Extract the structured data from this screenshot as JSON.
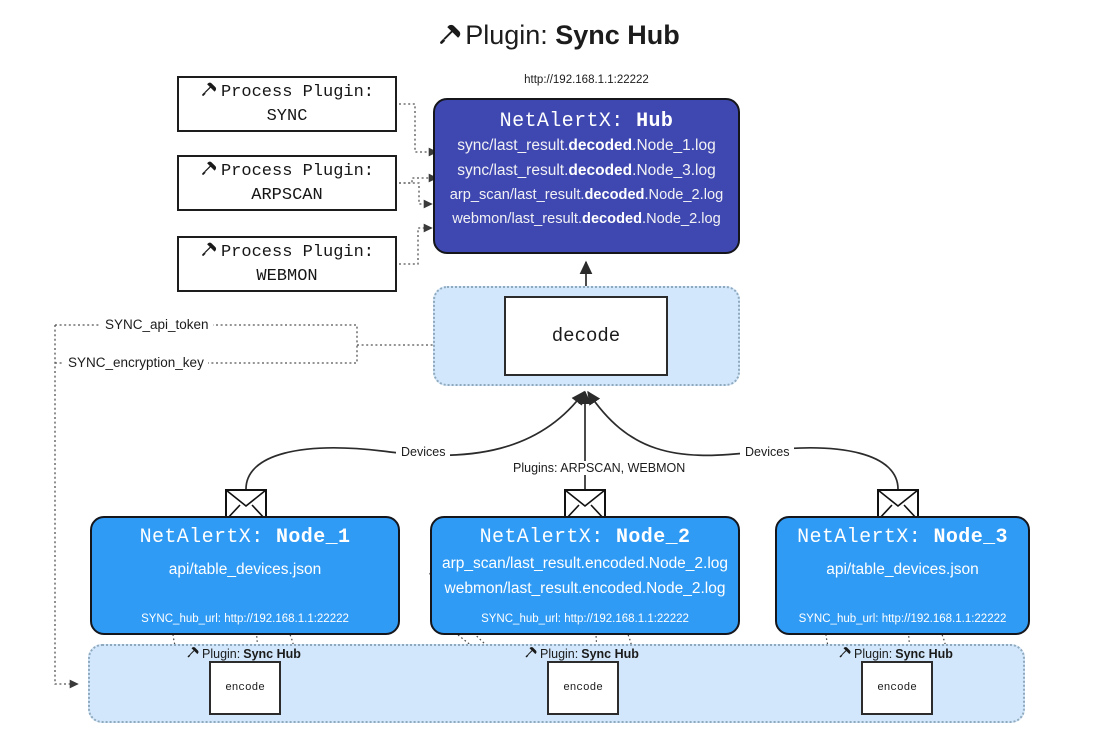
{
  "title": {
    "icon": "plug-icon",
    "prefix": "Plugin: ",
    "name": "Sync Hub"
  },
  "hub": {
    "url": "http://192.168.1.1:22222",
    "label_prefix": "NetAlertX: ",
    "label_name": "Hub",
    "lines": [
      {
        "pre": "sync/last_result.",
        "bold": "decoded",
        "post": ".Node_1.log"
      },
      {
        "pre": "sync/last_result.",
        "bold": "decoded",
        "post": ".Node_3.log"
      },
      {
        "pre": "arp_scan/last_result.",
        "bold": "decoded",
        "post": ".Node_2.log"
      },
      {
        "pre": "webmon/last_result.",
        "bold": "decoded",
        "post": ".Node_2.log"
      }
    ]
  },
  "process_plugins": [
    {
      "icon": "plug-icon",
      "line1": "Process Plugin:",
      "line2": "SYNC"
    },
    {
      "icon": "plug-icon",
      "line1": "Process Plugin:",
      "line2": "ARPSCAN"
    },
    {
      "icon": "plug-icon",
      "line1": "Process Plugin:",
      "line2": "WEBMON"
    }
  ],
  "decode": {
    "label": "decode"
  },
  "tokens": {
    "api": "SYNC_api_token",
    "key": "SYNC_encryption_key"
  },
  "edge_labels": {
    "devices_left": "Devices",
    "plugins_center": "Plugins: ARPSCAN, WEBMON",
    "devices_right": "Devices"
  },
  "nodes": [
    {
      "label_prefix": "NetAlertX: ",
      "label_name": "Node_1",
      "lines": [
        "api/table_devices.json"
      ],
      "sub": "SYNC_hub_url: http://192.168.1.1:22222",
      "envelope_icon": "envelope-icon"
    },
    {
      "label_prefix": "NetAlertX: ",
      "label_name": "Node_2",
      "lines": [
        "arp_scan/last_result.encoded.Node_2.log",
        "webmon/last_result.encoded.Node_2.log"
      ],
      "sub": "SYNC_hub_url: http://192.168.1.1:22222",
      "envelope_icon": "envelope-icon"
    },
    {
      "label_prefix": "NetAlertX: ",
      "label_name": "Node_3",
      "lines": [
        "api/table_devices.json"
      ],
      "sub": "SYNC_hub_url: http://192.168.1.1:22222",
      "envelope_icon": "envelope-icon"
    }
  ],
  "encoders": [
    {
      "icon": "plug-icon",
      "prefix": "Plugin:",
      "name": "Sync Hub",
      "box": "encode"
    },
    {
      "icon": "plug-icon",
      "prefix": "Plugin:",
      "name": "Sync Hub",
      "box": "encode"
    },
    {
      "icon": "plug-icon",
      "prefix": "Plugin:",
      "name": "Sync Hub",
      "box": "encode"
    }
  ],
  "colors": {
    "hub_blue": "#3f48b0",
    "node_blue": "#2f9bf5",
    "panel_light_blue": "#d2e7fb",
    "panel_border": "#8fa9bd",
    "stroke": "#1d1d1d",
    "background": "#ffffff"
  }
}
